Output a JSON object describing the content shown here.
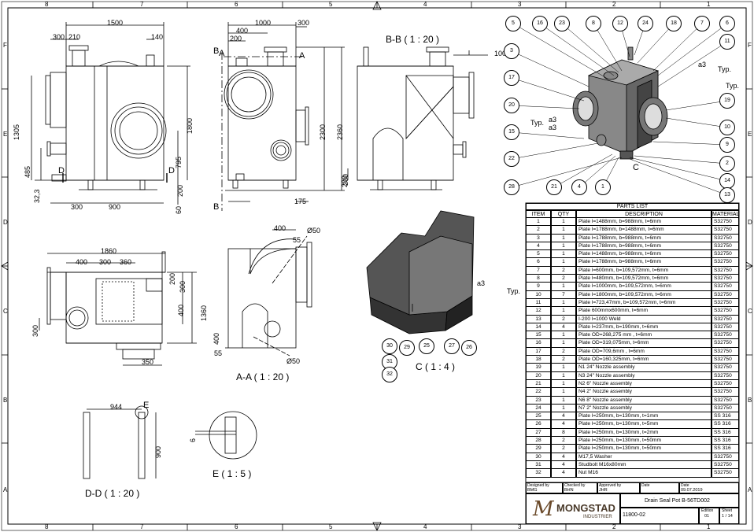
{
  "zones": {
    "top": [
      "8",
      "7",
      "6",
      "5",
      "4",
      "3",
      "2",
      "1"
    ],
    "bottom": [
      "8",
      "7",
      "6",
      "5",
      "4",
      "3",
      "2",
      "1"
    ],
    "left": [
      "F",
      "E",
      "D",
      "C",
      "B",
      "A"
    ],
    "right": [
      "F",
      "E",
      "D",
      "C",
      "B",
      "A"
    ]
  },
  "views": {
    "front": {
      "dims": [
        "1500",
        "300",
        "210",
        "140",
        "1305",
        "485",
        "32,3",
        "300",
        "900",
        "60",
        "200",
        "795",
        "1800"
      ],
      "section_letters": [
        "D",
        "D"
      ]
    },
    "side": {
      "dims": [
        "1000",
        "400",
        "300",
        "200",
        "2300",
        "2360",
        "200",
        "175"
      ],
      "section_letters": [
        "A",
        "A",
        "B",
        "B"
      ]
    },
    "bb": {
      "title": "B-B ( 1 : 20 )",
      "dims": [
        "100",
        "200"
      ]
    },
    "top_view": {
      "dims": [
        "1860",
        "400",
        "300",
        "360",
        "200",
        "300",
        "400",
        "1360",
        "300",
        "350"
      ]
    },
    "aa": {
      "title": "A-A ( 1 : 20 )",
      "dims": [
        "400",
        "55",
        "Ø50",
        "400",
        "55",
        "Ø50"
      ]
    },
    "c": {
      "title": "C ( 1 : 4 )",
      "weld": "a3",
      "typ": "Typ.",
      "balloons": [
        "30",
        "29",
        "25",
        "27",
        "26",
        "31",
        "32"
      ]
    },
    "dd": {
      "title": "D-D ( 1 : 20 )",
      "dims": [
        "944",
        "900"
      ],
      "letter": "E"
    },
    "e": {
      "title": "E ( 1 : 5 )",
      "dims": [
        "6"
      ]
    },
    "iso": {
      "balloons": [
        "5",
        "16",
        "23",
        "8",
        "12",
        "24",
        "18",
        "7",
        "6",
        "3",
        "11",
        "17",
        "20",
        "19",
        "10",
        "15",
        "9",
        "22",
        "2",
        "14",
        "28",
        "21",
        "4",
        "1",
        "13"
      ],
      "welds": [
        "a3",
        "a3",
        "a3"
      ],
      "typ": [
        "Typ.",
        "Typ.",
        "Typ."
      ],
      "detail_letter": "C"
    }
  },
  "parts_list": {
    "title": "PARTS LIST",
    "headers": [
      "ITEM",
      "QTY",
      "DESCRIPTION",
      "MATERIAL"
    ],
    "rows": [
      [
        "1",
        "1",
        "Plate l=1488mm, b=988mm, t=6mm",
        "S32750"
      ],
      [
        "2",
        "1",
        "Plate l=1788mm, b=1488mm, t=6mm",
        "S32750"
      ],
      [
        "3",
        "1",
        "Plate l=1788mm, b=988mm, t=6mm",
        "S32750"
      ],
      [
        "4",
        "1",
        "Plate l=1788mm, b=988mm, t=6mm",
        "S32750"
      ],
      [
        "5",
        "1",
        "Plate l=1488mm, b=988mm, t=6mm",
        "S32750"
      ],
      [
        "6",
        "1",
        "Plate l=1788mm, b=988mm, t=6mm",
        "S32750"
      ],
      [
        "7",
        "2",
        "Plate l=600mm, b=109,572mm, t=6mm",
        "S32750"
      ],
      [
        "8",
        "2",
        "Plate l=480mm, b=109,572mm, t=6mm",
        "S32750"
      ],
      [
        "9",
        "1",
        "Plate l=1000mm, b=109,572mm, t=6mm",
        "S32750"
      ],
      [
        "10",
        "7",
        "Plate l=1800mm, b=109,572mm, t=6mm",
        "S32750"
      ],
      [
        "11",
        "1",
        "Plate l=723,47mm, b=109,572mm, t=6mm",
        "S32750"
      ],
      [
        "12",
        "1",
        "Plate 600mmx600mm, t=6mm",
        "S32750"
      ],
      [
        "13",
        "2",
        "I-200 l=1000 Weld",
        "S32750"
      ],
      [
        "14",
        "4",
        "Plate l=237mm, b=190mm, t=6mm",
        "S32750"
      ],
      [
        "15",
        "1",
        "Plate OD=268,275 mm , t=6mm",
        "S32750"
      ],
      [
        "16",
        "1",
        "Plate OD=319,075mm, t=6mm",
        "S32750"
      ],
      [
        "17",
        "2",
        "Plate OD=709,6mm , t=6mm",
        "S32750"
      ],
      [
        "18",
        "2",
        "Plate OD=160,325mm, t=6mm",
        "S32750"
      ],
      [
        "19",
        "1",
        "N1 24\" Nozzle assembly",
        "S32750"
      ],
      [
        "20",
        "1",
        "N3 24\" Nozzle assembly",
        "S32750"
      ],
      [
        "21",
        "1",
        "N2 6\" Nozzle assembly",
        "S32750"
      ],
      [
        "22",
        "1",
        "N4 2\" Nozzle assembly",
        "S32750"
      ],
      [
        "23",
        "1",
        "N6 8\" Nozzle assembly",
        "S32750"
      ],
      [
        "24",
        "1",
        "N7 2\" Nozzle assembly",
        "S32750"
      ],
      [
        "25",
        "4",
        "Plate l=250mm, b=130mm, t=1mm",
        "SS 316"
      ],
      [
        "26",
        "4",
        "Plate l=250mm, b=130mm, t=5mm",
        "SS 316"
      ],
      [
        "27",
        "8",
        "Plate l=250mm, b=130mm, t=2mm",
        "SS 316"
      ],
      [
        "28",
        "2",
        "Plate l=250mm, b=130mm, t=50mm",
        "SS 316"
      ],
      [
        "29",
        "2",
        "Plate l=250mm, b=130mm, t=50mm",
        "SS 316"
      ],
      [
        "30",
        "4",
        "M17,5 Washer",
        "S32750"
      ],
      [
        "31",
        "4",
        "Studbolt M16x80mm",
        "S32750"
      ],
      [
        "32",
        "4",
        "Nut M16",
        "S32750"
      ]
    ]
  },
  "title_block": {
    "designed_by_label": "Designed by",
    "designed_by": "BMG",
    "checked_by_label": "Checked by",
    "checked_by": "BHN",
    "approved_by_label": "Approved by",
    "approved_by": "JHR",
    "date_label": "Date",
    "date": "09.07.2019",
    "company": "MONGSTAD",
    "company_sub": "INDUSTRIER",
    "drawing_title": "Drain Seal Pot B-56TD002",
    "drawing_number": "11800-02",
    "edition_label": "Edition",
    "edition": "01",
    "sheet_label": "Sheet",
    "sheet": "1 / 14",
    "logo_letter": "M"
  }
}
